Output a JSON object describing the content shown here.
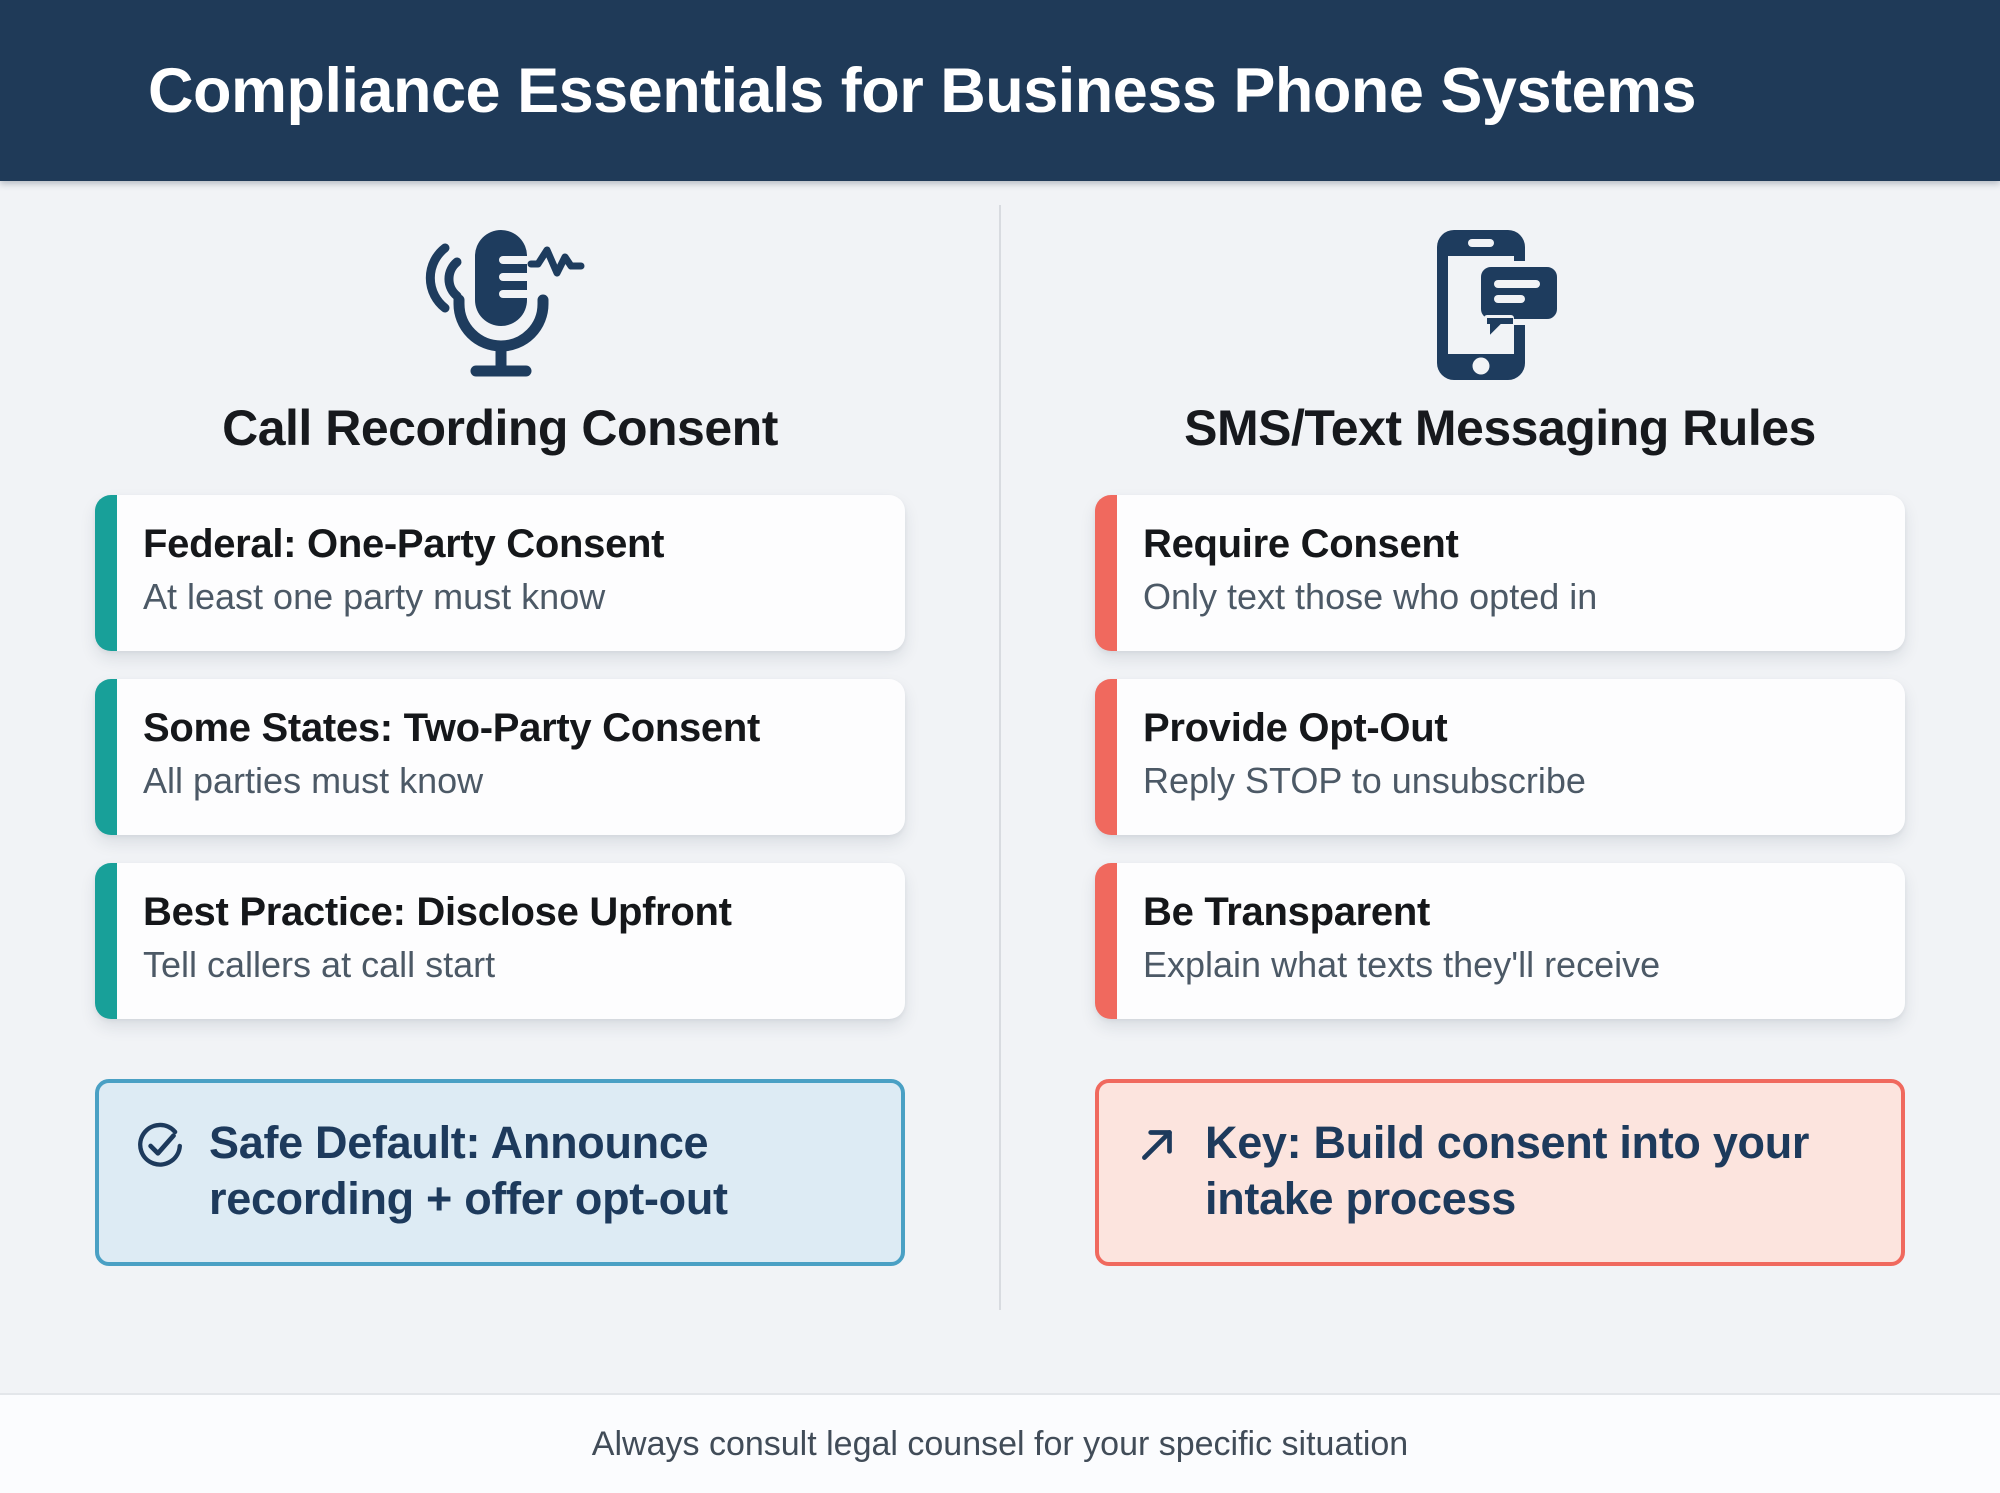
{
  "header": {
    "title": "Compliance Essentials for Business Phone Systems",
    "bg_color": "#1f3a58",
    "text_color": "#ffffff"
  },
  "columns": [
    {
      "id": "call-recording-consent",
      "icon": "microphone-icon",
      "heading": "Call Recording Consent",
      "accent_color": "#18a099",
      "cards": [
        {
          "title": "Federal: One-Party Consent",
          "subtitle": "At least one party must know"
        },
        {
          "title": "Some States: Two-Party Consent",
          "subtitle": "All parties must know"
        },
        {
          "title": "Best Practice: Disclose Upfront",
          "subtitle": "Tell callers at call start"
        }
      ],
      "callout": {
        "icon": "check-circle-icon",
        "text": "Safe Default: Announce recording + offer opt-out",
        "bg_color": "#ddebf4",
        "border_color": "#4aa0c4",
        "text_color": "#1d3a5c"
      }
    },
    {
      "id": "sms-text-messaging-rules",
      "icon": "phone-message-icon",
      "heading": "SMS/Text Messaging Rules",
      "accent_color": "#f0695e",
      "cards": [
        {
          "title": "Require Consent",
          "subtitle": "Only text those who opted in"
        },
        {
          "title": "Provide Opt-Out",
          "subtitle": "Reply STOP to unsubscribe"
        },
        {
          "title": "Be Transparent",
          "subtitle": "Explain what texts they'll receive"
        }
      ],
      "callout": {
        "icon": "arrow-up-right-icon",
        "text": "Key: Build consent into your intake process",
        "bg_color": "#fce4de",
        "border_color": "#f0695e",
        "text_color": "#1d3a5c"
      }
    }
  ],
  "footer": {
    "disclaimer": "Always consult legal counsel for your specific situation"
  }
}
